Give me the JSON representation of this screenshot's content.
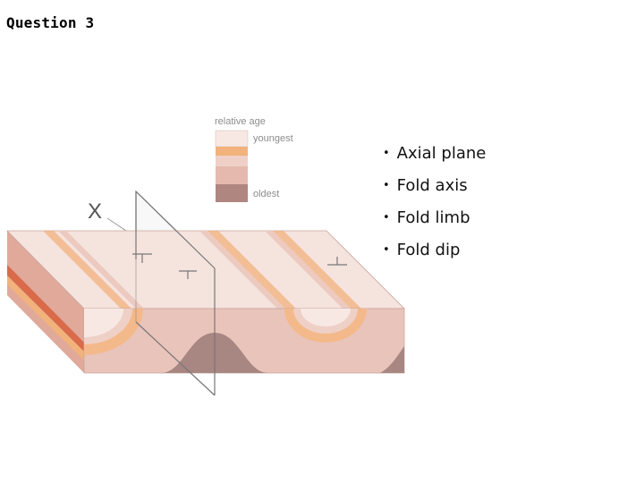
{
  "title": "Question 3",
  "legend": {
    "heading": "relative age",
    "youngest_label": "youngest",
    "oldest_label": "oldest",
    "layer_colors": [
      "#f7e8e4",
      "#f1b27c",
      "#eed0c6",
      "#e5b9ae",
      "#b08681"
    ]
  },
  "marker_label": "X",
  "bullet_points": [
    {
      "text": "Axial plane"
    },
    {
      "text": "Fold axis"
    },
    {
      "text": "Fold limb"
    },
    {
      "text": "Fold dip"
    }
  ],
  "colors": {
    "top_surface": "#f5e3de",
    "front_face": "#e9c4bb",
    "side_face": "#e0a99a",
    "orange_band": "#f4b98a",
    "red_band": "#d96a4a",
    "core": "#a88682",
    "axial_plane_line": "#777777"
  }
}
